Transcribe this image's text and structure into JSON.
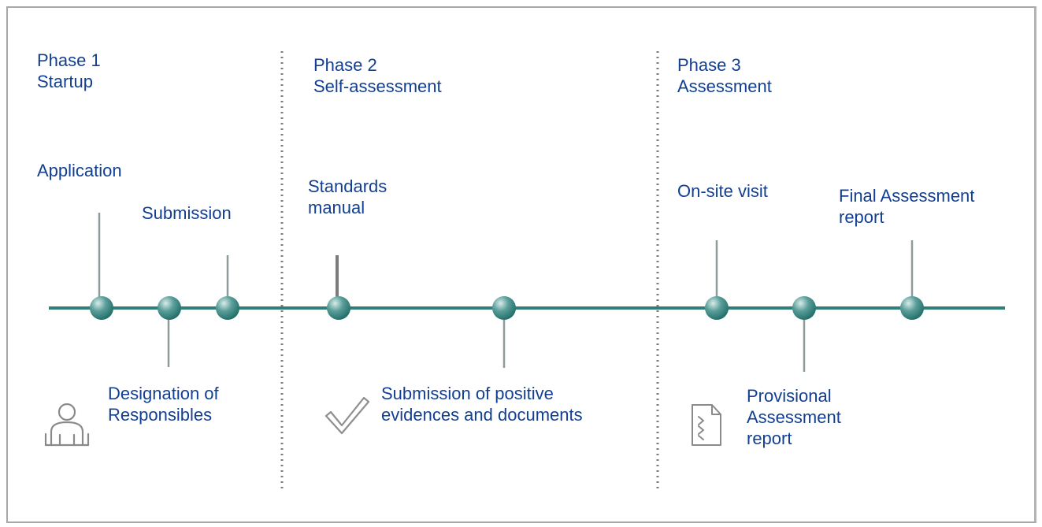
{
  "colors": {
    "timeline": "#2f7f7b",
    "stem": "#8f9a9a",
    "text": "#123f91",
    "separator": "#7d7d7d",
    "icon": "#8a8a8a",
    "frame": "#a7a7a7"
  },
  "phases": [
    {
      "number_label": "Phase 1",
      "name": "Startup"
    },
    {
      "number_label": "Phase 2",
      "name": "Self-assessment"
    },
    {
      "number_label": "Phase 3",
      "name": "Assessment"
    }
  ],
  "events": {
    "application": "Application",
    "submission": "Submission",
    "designation": {
      "line1": "Designation of",
      "line2": "Responsibles"
    },
    "standards_manual": {
      "line1": "Standards",
      "line2": "manual"
    },
    "positive_evidences": {
      "line1": "Submission of positive",
      "line2": "evidences and documents"
    },
    "onsite_visit": "On-site  visit",
    "final_report": {
      "line1": "Final Assessment",
      "line2": "report"
    },
    "provisional_report": {
      "line1": "Provisional",
      "line2": "Assessment",
      "line3": "report"
    }
  },
  "icons": {
    "phase1": "person-icon",
    "phase2": "checkmark-icon",
    "phase3": "document-icon"
  }
}
